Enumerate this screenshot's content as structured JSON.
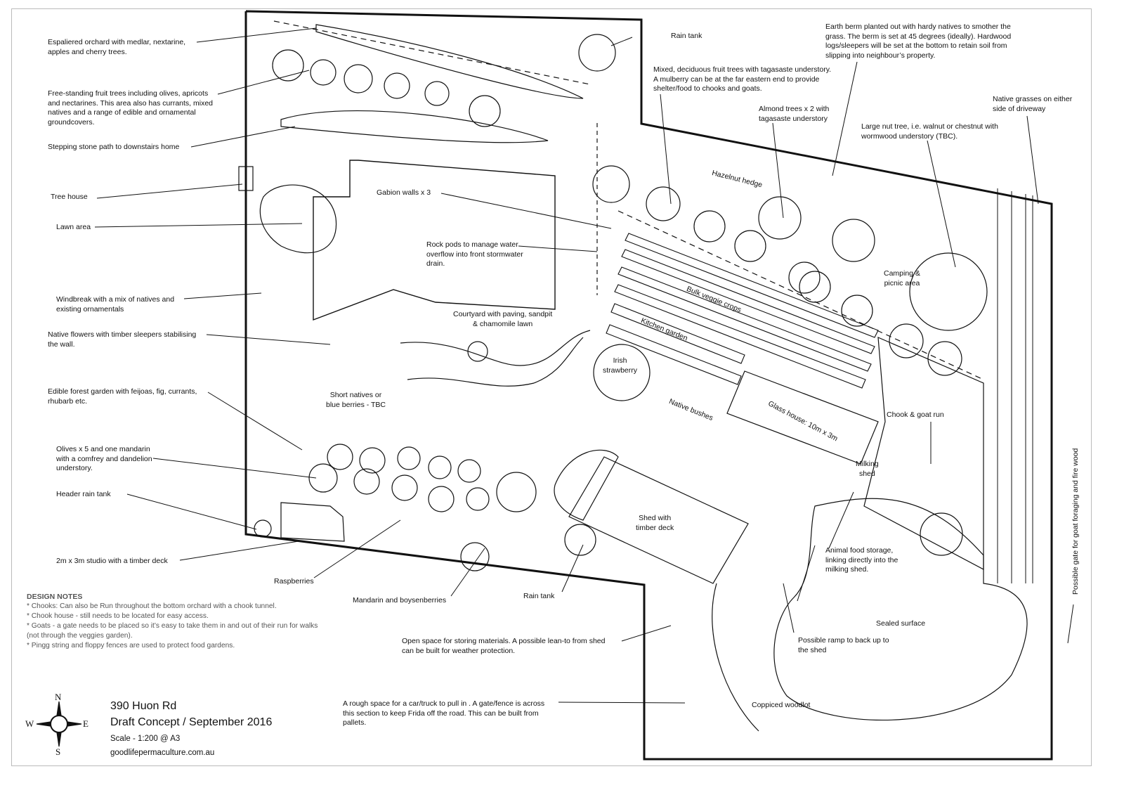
{
  "left_labels": {
    "espalier": "Espaliered orchard with medlar, nextarine,\napples and cherry trees.",
    "freestanding": "Free-standing fruit trees including olives, apricots\nand nectarines. This area also has currants, mixed\nnatives and a range of edible and ornamental\ngroundcovers.",
    "stepping": "Stepping stone path to downstairs home",
    "treehouse": "Tree house",
    "lawn": "Lawn area",
    "windbreak": "Windbreak with a mix of natives and\nexisting ornamentals",
    "native_flowers": "Native flowers with timber sleepers stabilising\nthe wall.",
    "forest": "Edible forest garden with feijoas, fig, currants,\nrhubarb etc.",
    "olives": "Olives x 5 and one mandarin\nwith a comfrey and dandelion\nunderstory.",
    "header_tank": "Header rain tank",
    "studio": "2m x 3m studio with a timber deck"
  },
  "bottom_labels": {
    "raspberries": "Raspberries",
    "mandarin": "Mandarin and boysenberries",
    "rain_tank_bottom": "Rain tank",
    "open_space": "Open space for storing materials. A possible lean-to from shed\ncan be built for weather protection.",
    "rough_space": "A rough space for a car/truck to pull in . A gate/fence is across\nthis section to keep Frida off the road. This can be built from\npallets.",
    "coppiced": "Coppiced woodlot",
    "ramp": "Possible ramp to back up to\nthe shed",
    "sealed": "Sealed surface",
    "animal_food": "Animal food storage,\nlinking directly into the\nmilking shed.",
    "possible_gate": "Possible gate for goat foraging and fire wood"
  },
  "plan_labels": {
    "gabion": "Gabion walls x 3",
    "rock_pods": "Rock pods to manage water\noverflow into front stormwater\ndrain.",
    "courtyard": "Courtyard with paving, sandpit\n&  chamomile lawn",
    "short_natives": "Short natives or\nblue berries - TBC",
    "irish": "Irish\nstrawberry",
    "shed": "Shed with\ntimber deck",
    "kitchen": "Kitchen garden",
    "bulk": "Bulk veggie crops",
    "native_bushes": "Native bushes",
    "glass_house": "Glass house: 10m x 3m",
    "milking": "Milking\nshed",
    "chook_run": "Chook & goat run",
    "camping": "Camping &\npicnic area",
    "hazelnut": "Hazelnut hedge"
  },
  "top_labels": {
    "rain_tank_top": "Rain tank",
    "mixed_fruit": "Mixed, deciduous fruit trees with tagasaste understory.\nA mulberry can be at the far eastern end to provide\nshelter/food to chooks and goats.",
    "almond": "Almond trees x 2 with\ntagasaste understory",
    "berm": "Earth berm planted out with hardy natives to smother the\ngrass. The berm is set at 45 degrees (ideally). Hardwood\nlogs/sleepers will be set at the bottom to retain soil from\nslipping into neighbour’s property.",
    "native_grasses": "Native grasses on either\nside of driveway",
    "nut_tree": "Large nut tree, i.e. walnut or chestnut with\nwormwood understory (TBC)."
  },
  "design_notes": {
    "heading": "DESIGN NOTES",
    "items": [
      "* Chooks: Can also be Run throughout the bottom orchard with a chook tunnel.",
      "* Chook house - still needs to be located for easy access.",
      "* Goats - a gate needs to be placed so it’s easy to take them in and out of their run for walks (not through the veggies garden).",
      "* Pingg string and floppy fences are used to protect food gardens."
    ]
  },
  "title_block": {
    "address": "390 Huon Rd",
    "subtitle": "Draft Concept / September 2016",
    "scale": "Scale - 1:200 @ A3",
    "website": "goodlifepermaculture.com.au"
  },
  "compass": {
    "n": "N",
    "s": "S",
    "e": "E",
    "w": "W"
  }
}
